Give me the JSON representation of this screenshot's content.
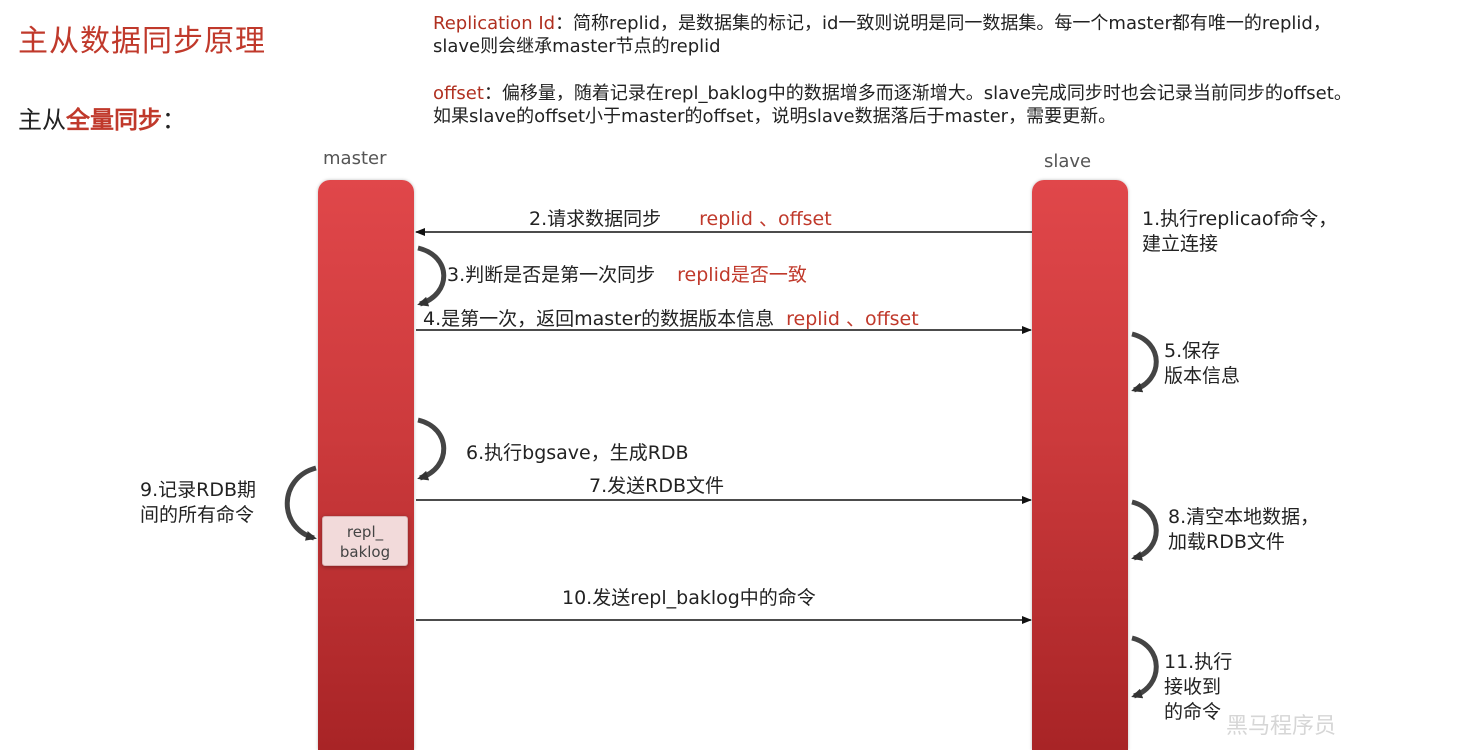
{
  "title": "主从数据同步原理",
  "subtitle": {
    "prefix": "主从",
    "strong": "全量同步",
    "suffix": "："
  },
  "notes": {
    "replid": {
      "key": "Replication Id",
      "line1_rest": "：简称replid，是数据集的标记，id一致则说明是同一数据集。每一个master都有唯一的replid，",
      "line2": "slave则会继承master节点的replid"
    },
    "offset": {
      "key": "offset",
      "line1_rest": "：偏移量，随着记录在repl_baklog中的数据增多而逐渐增大。slave完成同步时也会记录当前同步的offset。",
      "line2": "如果slave的offset小于master的offset，说明slave数据落后于master，需要更新。"
    }
  },
  "lanes": {
    "master": "master",
    "slave": "slave"
  },
  "baklog": {
    "line1": "repl_",
    "line2": "baklog"
  },
  "steps": {
    "s1": {
      "line1": "1.执行replicaof命令，",
      "line2": "建立连接"
    },
    "s2": {
      "text": "2.请求数据同步",
      "red": "replid 、offset"
    },
    "s3": {
      "text": "3.判断是否是第一次同步",
      "red": "replid是否一致"
    },
    "s4": {
      "text": "4.是第一次，返回master的数据版本信息",
      "red": "replid 、offset"
    },
    "s5": {
      "line1": "5.保存",
      "line2": "版本信息"
    },
    "s6": {
      "text": "6.执行bgsave，生成RDB"
    },
    "s7": {
      "text": "7.发送RDB文件"
    },
    "s8": {
      "line1": "8.清空本地数据，",
      "line2": "加载RDB文件"
    },
    "s9": {
      "line1": "9.记录RDB期",
      "line2": "间的所有命令"
    },
    "s10": {
      "text": "10.发送repl_baklog中的命令"
    },
    "s11": {
      "line1": "11.执行",
      "line2": "接收到",
      "line3": "的命令"
    }
  },
  "watermark": "黑马程序员",
  "colors": {
    "accent_red": "#c0392b",
    "bar_top": "#e0474a",
    "bar_bottom": "#a82426"
  }
}
